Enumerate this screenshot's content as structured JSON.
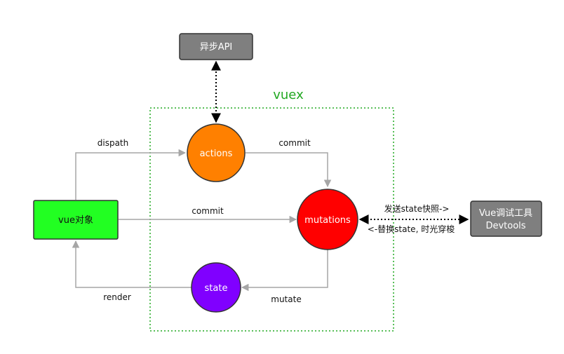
{
  "diagram": {
    "region": {
      "title": "vuex",
      "color": "#22aa22"
    },
    "nodes": {
      "async_api": {
        "label": "异步API",
        "fill": "#7f7f7f"
      },
      "actions": {
        "label": "actions",
        "fill": "#ff8000"
      },
      "mutations": {
        "label": "mutations",
        "fill": "#ff0000"
      },
      "state": {
        "label": "state",
        "fill": "#8000ff"
      },
      "vue_object": {
        "label": "vue对象",
        "fill": "#22ff22"
      },
      "devtools": {
        "label_line1": "Vue调试工具",
        "label_line2": "Devtools",
        "fill": "#7f7f7f"
      }
    },
    "edges": {
      "dispath": "dispath",
      "commit_top": "commit",
      "commit_middle": "commit",
      "mutate": "mutate",
      "render": "render",
      "send_snapshot": "发送state快照->",
      "replace_state": "<-替换state, 时光穿梭"
    },
    "colors": {
      "edge": "#a6a6a6",
      "dotted": "#000000",
      "border": "#333333"
    }
  }
}
